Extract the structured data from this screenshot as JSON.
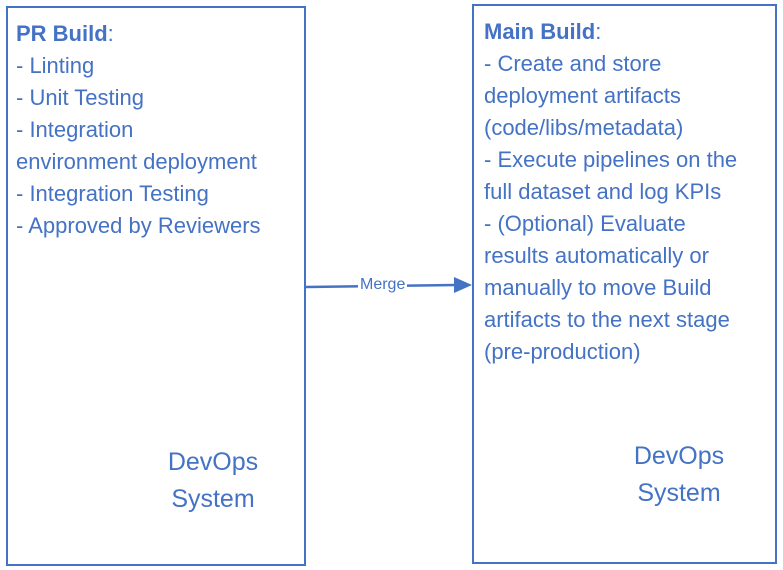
{
  "colors": {
    "accent": "#4472c4",
    "background": "#ffffff"
  },
  "pr_build": {
    "title": "PR Build",
    "title_suffix": ":",
    "lines": [
      "- Linting",
      "- Unit Testing",
      "- Integration",
      "environment deployment",
      "- Integration Testing",
      "- Approved by Reviewers"
    ],
    "footer_line1": "DevOps",
    "footer_line2": "System"
  },
  "main_build": {
    "title": "Main Build",
    "title_suffix": ":",
    "lines": [
      "- Create and store",
      "deployment artifacts",
      "(code/libs/metadata)",
      "- Execute pipelines on the",
      "full dataset and log KPIs",
      "- (Optional) Evaluate",
      "results automatically or",
      "manually to move Build",
      "artifacts to the next stage",
      "(pre-production)"
    ],
    "footer_line1": "DevOps",
    "footer_line2": "System"
  },
  "connector": {
    "label": "Merge"
  }
}
